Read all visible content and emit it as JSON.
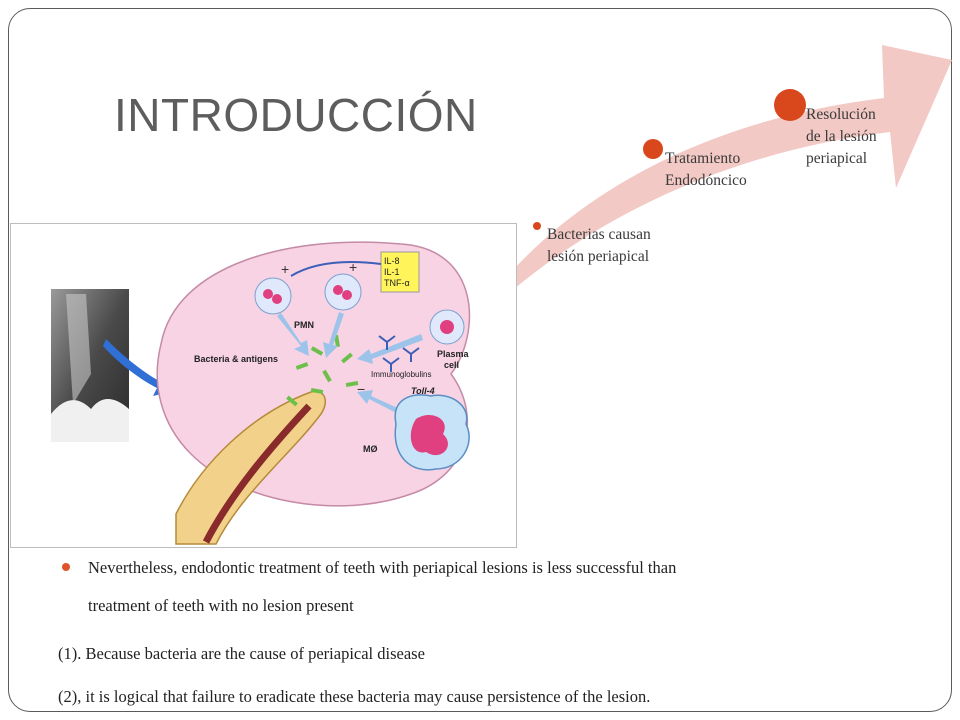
{
  "slide": {
    "title": "INTRODUCCIÓN",
    "accent_color": "#d9481d",
    "arrow_color": "#f2c9c4"
  },
  "timeline": {
    "steps": [
      {
        "label": "Bacterias causan\nlesión periapical"
      },
      {
        "label": "Tratamiento\nEndodóncico"
      },
      {
        "label": "Resolución\nde la lesión\nperiapical"
      }
    ]
  },
  "figure": {
    "labels": {
      "pmn": "PMN",
      "bacteria": "Bacteria & antigens",
      "plasma_cell": "Plasma\ncell",
      "immunoglobulins": "Immunoglobulins",
      "toll": "Toll-4",
      "macrophage": "MØ",
      "cytokines": [
        "IL-8",
        "IL-1",
        "TNF-α"
      ],
      "plus": "+"
    }
  },
  "body": {
    "bullet_line1": "Nevertheless, endodontic treatment of teeth with periapical lesions is less successful than",
    "bullet_line2": "treatment of teeth with no lesion present",
    "line3": "(1). Because bacteria are the cause of periapical disease",
    "line4": "(2), it is logical that failure to eradicate these bacteria may cause persistence of the lesion."
  }
}
